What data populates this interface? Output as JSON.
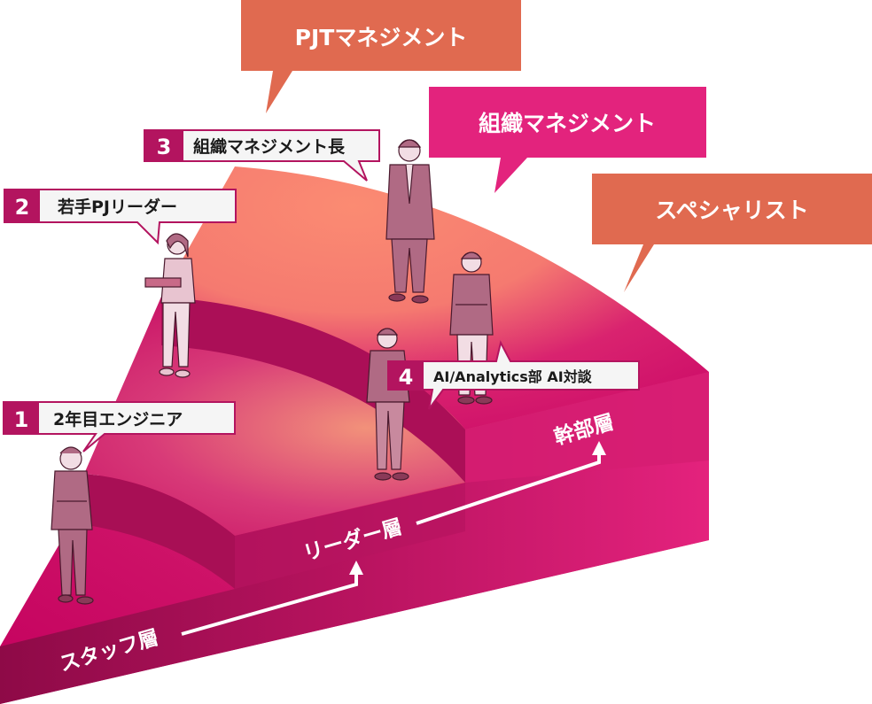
{
  "colors": {
    "coral": "#e06a50",
    "magenta": "#e3237d",
    "crimson": "#c0135e",
    "dark_crimson": "#9a0c4a",
    "peach": "#f88a72",
    "figure_suit": "#b06a84",
    "figure_light": "#f2dde4",
    "callout_border": "#b3145f",
    "callout_bg": "#f5f5f5"
  },
  "career_bubbles": [
    {
      "id": "pjt",
      "label": "PJTマネジメント",
      "color": "#e06a50"
    },
    {
      "id": "org",
      "label": "組織マネジメント",
      "color": "#e3237d"
    },
    {
      "id": "spec",
      "label": "スペシャリスト",
      "color": "#e06a50"
    }
  ],
  "callouts": [
    {
      "number": "1",
      "label": "2年目エンジニア"
    },
    {
      "number": "2",
      "label": "若手PJリーダー"
    },
    {
      "number": "3",
      "label": "組織マネジメント長"
    },
    {
      "number": "4",
      "label": "AI/Analytics部 AI対談"
    }
  ],
  "layers": [
    {
      "id": "staff",
      "label": "スタッフ層"
    },
    {
      "id": "leader",
      "label": "リーダー層"
    },
    {
      "id": "exec",
      "label": "幹部層"
    }
  ],
  "figures": [
    {
      "id": "person-1",
      "description": "young engineer, arms crossed"
    },
    {
      "id": "person-2",
      "description": "young PJ leader holding documents"
    },
    {
      "id": "person-3",
      "description": "organization manager in suit"
    },
    {
      "id": "person-4a",
      "description": "AI/Analytics member, hands in pockets"
    },
    {
      "id": "person-4b",
      "description": "AI/Analytics member, arms crossed"
    }
  ]
}
